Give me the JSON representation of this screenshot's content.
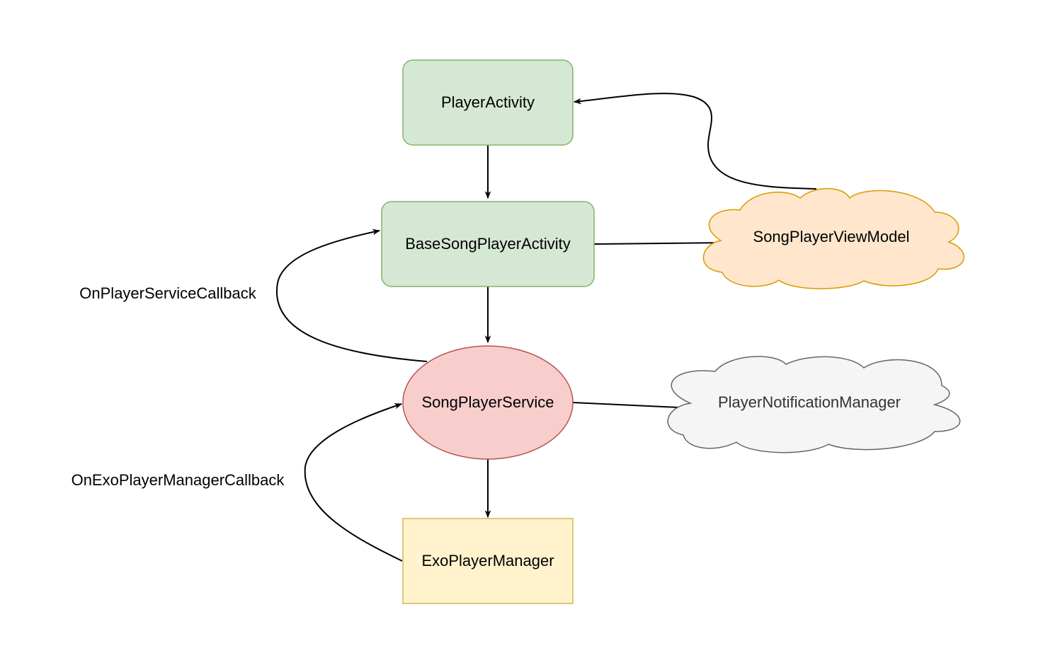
{
  "nodes": {
    "player_activity": {
      "label": "PlayerActivity",
      "fill": "#d5e8d4",
      "stroke": "#82b366"
    },
    "base_song_player_activity": {
      "label": "BaseSongPlayerActivity",
      "fill": "#d5e8d4",
      "stroke": "#82b366"
    },
    "song_player_view_model": {
      "label": "SongPlayerViewModel",
      "fill": "#ffe6cc",
      "stroke": "#d79b00"
    },
    "song_player_service": {
      "label": "SongPlayerService",
      "fill": "#f8cecc",
      "stroke": "#b85450"
    },
    "player_notification_manager": {
      "label": "PlayerNotificationManager",
      "fill": "#f5f5f5",
      "stroke": "#666666"
    },
    "exo_player_manager": {
      "label": "ExoPlayerManager",
      "fill": "#fff2cc",
      "stroke": "#d6b656"
    }
  },
  "edge_labels": {
    "on_player_service_callback": "OnPlayerServiceCallback",
    "on_exo_player_manager_callback": "OnExoPlayerManagerCallback"
  },
  "colors": {
    "edge": "#000000"
  }
}
